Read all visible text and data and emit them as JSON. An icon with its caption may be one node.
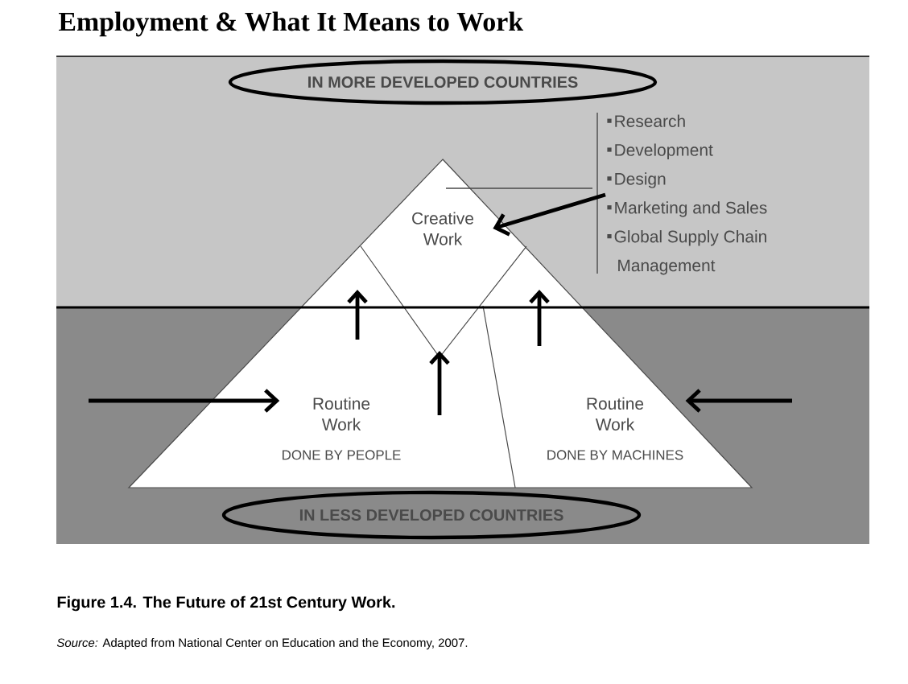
{
  "diagram": {
    "title": "Employment & What It Means to Work",
    "caption": "Figure 1.4. The Future of 21st Century Work.",
    "nodes": [
      {
        "text": [
          "IN MORE DEVELOPED COUNTRIES"
        ]
      },
      {
        "text": [
          "Creative Work"
        ]
      },
      {
        "text": [
          "Routine Work",
          "DONE BY PEOPLE"
        ]
      },
      {
        "text": [
          "Routine Work",
          "DONE BY MACHINES"
        ]
      },
      {
        "text": [
          "IN LESS DEVELOPED COUNTRIES"
        ]
      },
      {
        "text": [
          "Research",
          "Development",
          "Design",
          "Marketing and Sales",
          "Global Supply Chain Management"
        ]
      }
    ],
    "edges": [
      {
        "from": 5,
        "to": 1,
        "arrow": "to"
      },
      {
        "from": null,
        "to": 2,
        "arrow": "to"
      },
      {
        "from": null,
        "to": 3,
        "arrow": "to"
      }
    ],
    "labels": [
      "*Source:* Adapted from National Center on Education and the Economy, 2007."
    ]
  }
}
